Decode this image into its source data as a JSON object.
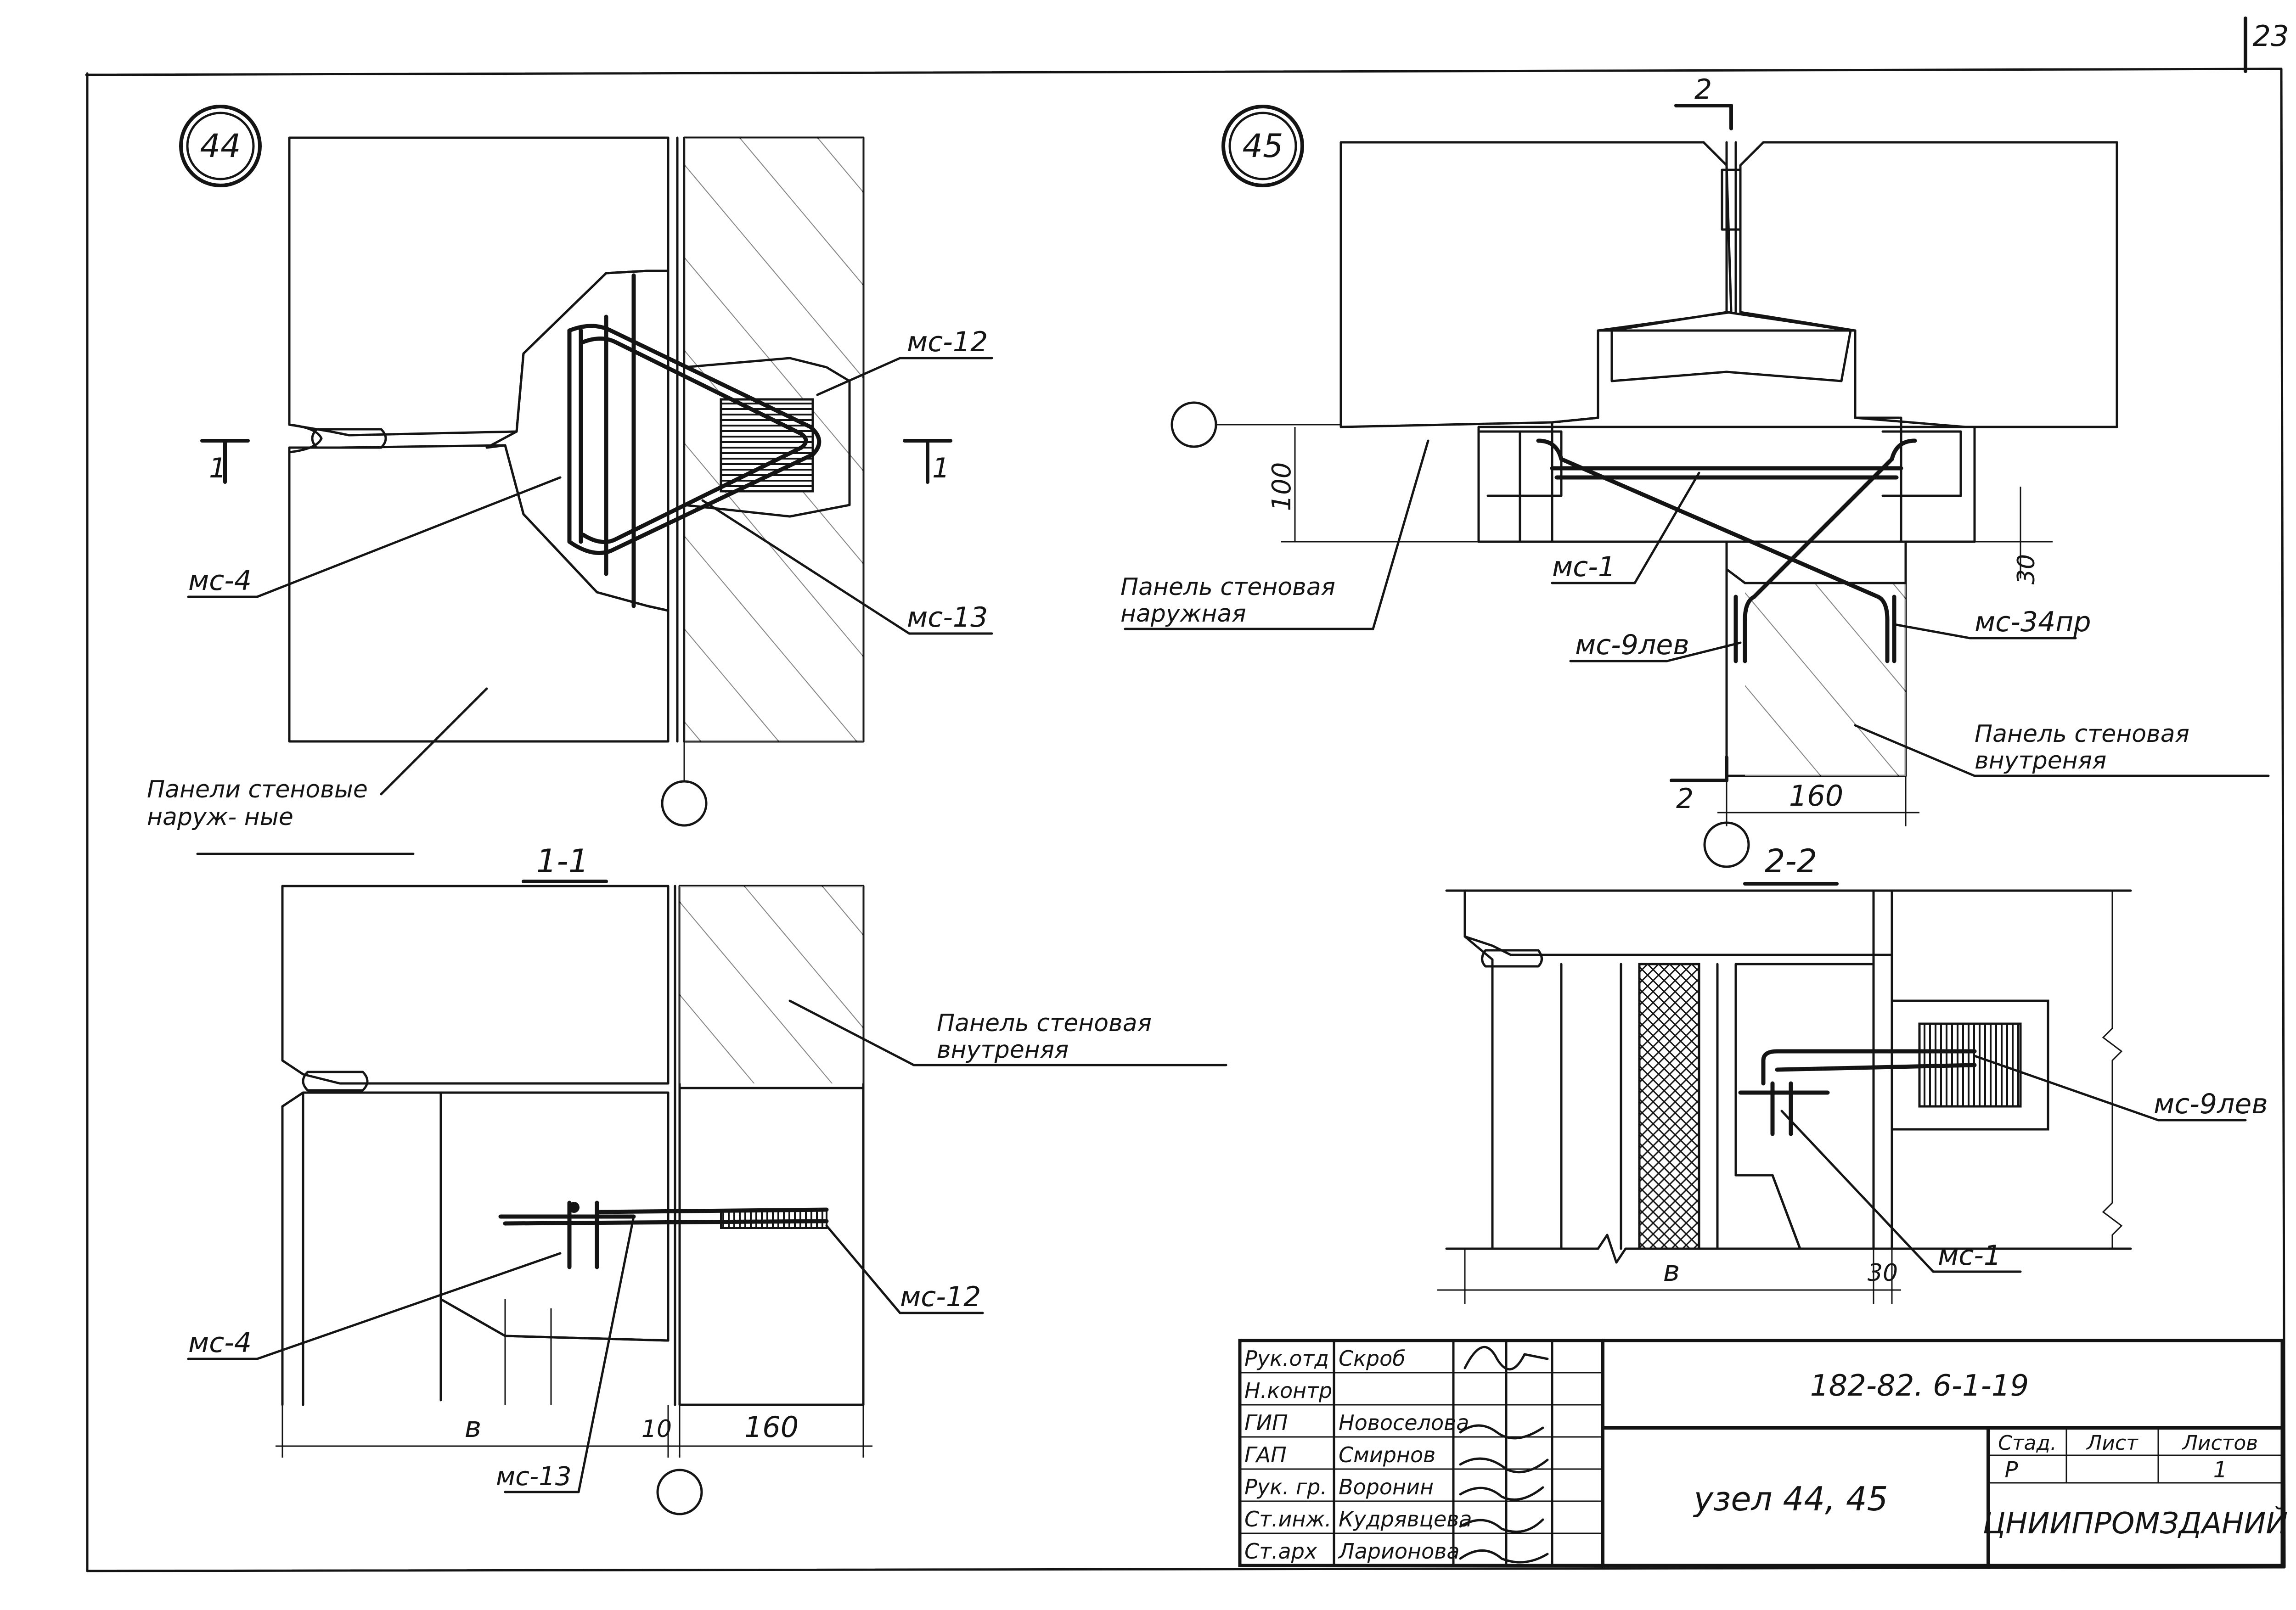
{
  "sheet_number": "23",
  "node_44": {
    "marker": "44",
    "labels": {
      "mc12": "мс-12",
      "mc4": "мс-4",
      "mc13": "мс-13",
      "cut_left": "1",
      "cut_right": "1"
    },
    "panels_outer": "Панели стеновые наруж- ные"
  },
  "node_45": {
    "marker": "45",
    "cut_top": "2",
    "cut_bottom": "2",
    "dim_100": "100",
    "dim_30": "30",
    "dim_160": "160",
    "labels": {
      "mc1": "мс-1",
      "mc9lev": "мс-9лев",
      "mc34pr": "мс-34пр",
      "panel_outer": "Панель стеновая наружная",
      "panel_inner": "Панель стеновая внутреняя"
    }
  },
  "section_1_1": {
    "title": "1-1",
    "panel_inner": "Панель стеновая внутреняя",
    "labels": {
      "mc4": "мс-4",
      "mc12": "мс-12",
      "mc13": "мс-13"
    },
    "dims": {
      "b": "в",
      "ten": "10",
      "one_sixty": "160"
    }
  },
  "section_2_2": {
    "title": "2-2",
    "labels": {
      "mc9lev": "мс-9лев",
      "mc1": "мс-1"
    },
    "dims": {
      "b": "в",
      "thirty": "30"
    }
  },
  "title_block": {
    "doc_code": "182-82. 6-1-19",
    "title": "узел 44, 45",
    "org": "ЦНИИПРОМЗДАНИЙ",
    "stage_head": "Стад.",
    "sheet_head": "Лист",
    "sheets_head": "Листов",
    "stage": "Р",
    "sheets": "1",
    "roles": [
      {
        "role": "Рук.отд",
        "name": "Скроб"
      },
      {
        "role": "Н.контр",
        "name": ""
      },
      {
        "role": "ГИП",
        "name": "Новоселова"
      },
      {
        "role": "ГАП",
        "name": "Смирнов"
      },
      {
        "role": "Рук. гр.",
        "name": "Воронин"
      },
      {
        "role": "Ст.инж.",
        "name": "Кудрявцева"
      },
      {
        "role": "Ст.арх",
        "name": "Ларионова"
      }
    ]
  }
}
